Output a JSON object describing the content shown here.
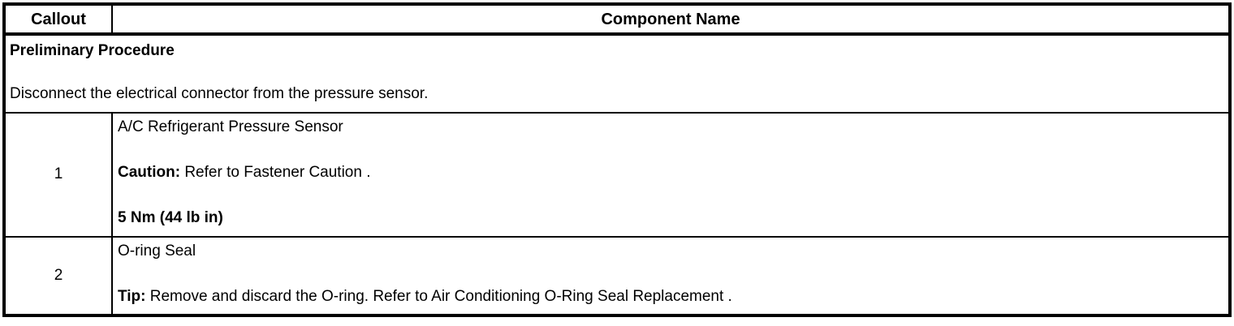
{
  "table": {
    "header": {
      "callout": "Callout",
      "component_name": "Component Name"
    },
    "preliminary": {
      "title": "Preliminary Procedure",
      "text": "Disconnect the electrical connector from the pressure sensor."
    },
    "rows": [
      {
        "callout": "1",
        "name": "A/C Refrigerant Pressure Sensor",
        "note_label": "Caution:",
        "note_text": " Refer to Fastener Caution .",
        "torque": "5 Nm (44 lb in)"
      },
      {
        "callout": "2",
        "name": "O-ring Seal",
        "note_label": "Tip:",
        "note_text": " Remove and discard the O-ring. Refer to Air Conditioning O-Ring Seal Replacement ."
      }
    ]
  },
  "colors": {
    "text": "#000000",
    "border": "#000000",
    "background": "#ffffff"
  }
}
